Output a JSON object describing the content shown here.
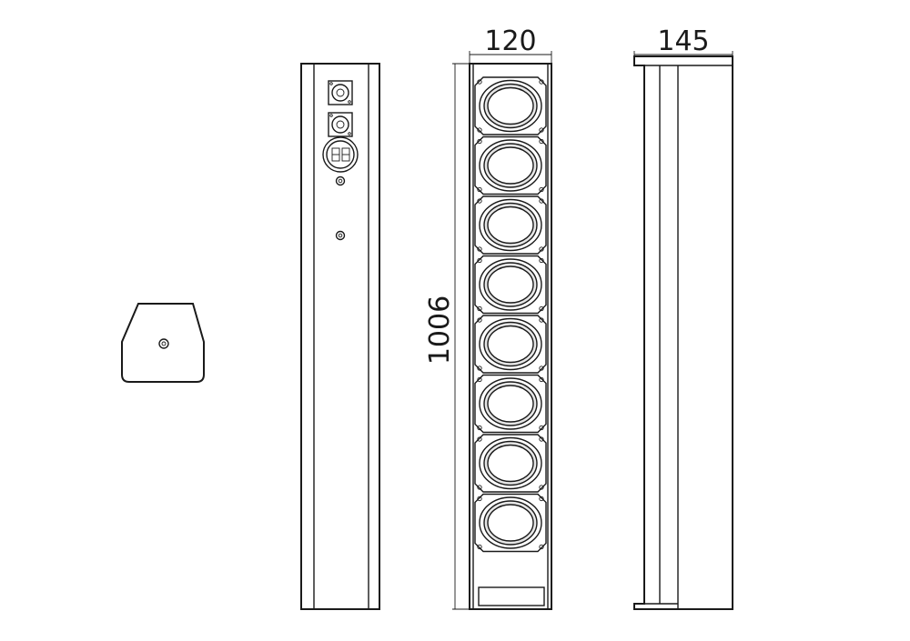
{
  "dimensions": {
    "front_width": "120",
    "side_depth": "145",
    "height": "1006"
  },
  "speaker_count": 8,
  "colors": {
    "line": "#1a1a1a",
    "background": "#ffffff",
    "cone_fill": "#e6e6e6"
  }
}
